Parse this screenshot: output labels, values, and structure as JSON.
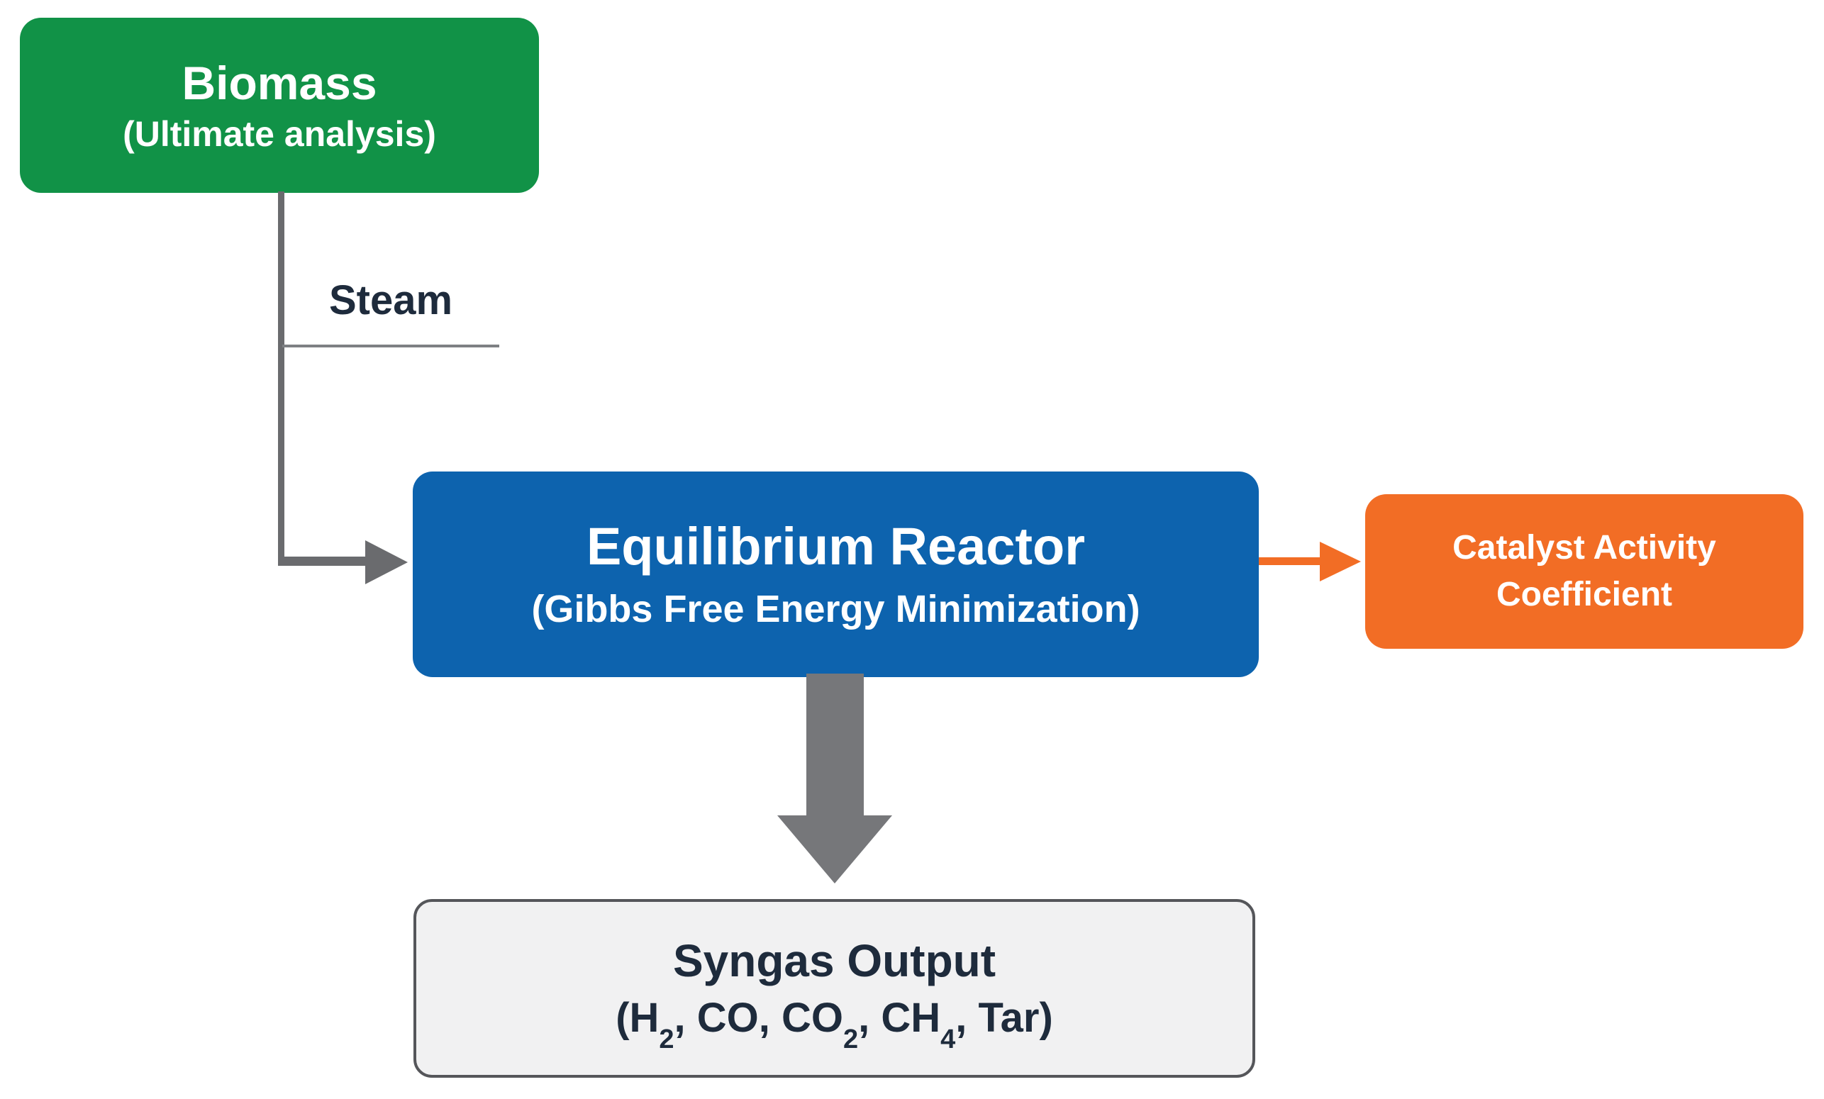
{
  "diagram": {
    "nodes": {
      "biomass": {
        "title": "Biomass",
        "subtitle": "(Ultimate analysis)",
        "color": "#119247"
      },
      "reactor": {
        "title": "Equilibrium Reactor",
        "subtitle": "(Gibbs Free Energy Minimization)",
        "color": "#0D63AE"
      },
      "catalyst": {
        "line1": "Catalyst Activity",
        "line2": "Coefficient",
        "color": "#F26D25"
      },
      "syngas": {
        "title": "Syngas Output",
        "formula_parts": [
          "(H",
          "2",
          ", CO, CO",
          "2",
          ", CH",
          "4",
          ", Tar)"
        ],
        "fill_color": "#F1F1F2",
        "border_color": "#55565A"
      }
    },
    "labels": {
      "steam": "Steam"
    },
    "colors": {
      "connector_gray": "#6A6B6E",
      "down_arrow_gray": "#76777A",
      "text_dark": "#1E2B3C"
    }
  }
}
